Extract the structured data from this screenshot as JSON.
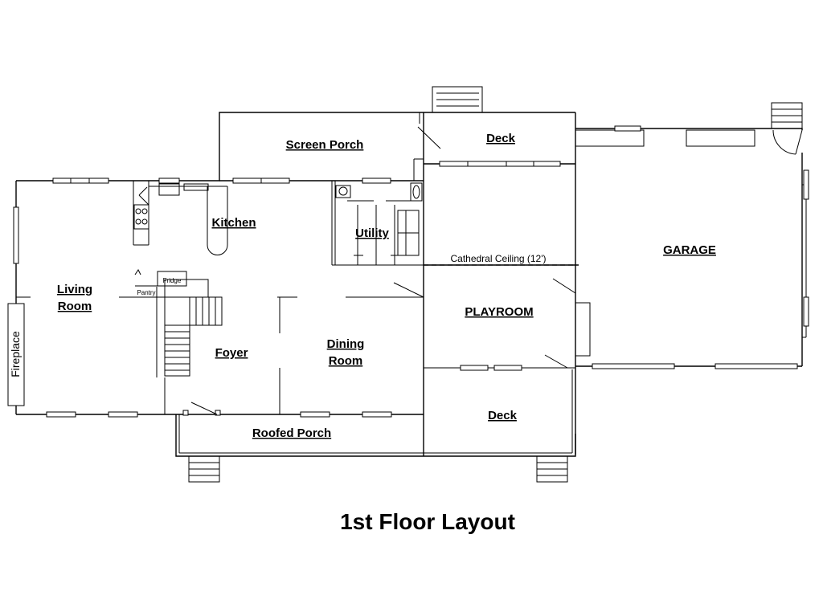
{
  "title": "1st Floor Layout",
  "rooms": {
    "screen_porch": "Screen Porch",
    "deck_top": "Deck",
    "kitchen": "Kitchen",
    "utility": "Utility",
    "garage": "GARAGE",
    "living_room_1": "Living",
    "living_room_2": "Room",
    "foyer": "Foyer",
    "dining_room_1": "Dining",
    "dining_room_2": "Room",
    "playroom": "PLAYROOM",
    "deck_bottom": "Deck",
    "roofed_porch": "Roofed Porch",
    "fireplace": "Fireplace",
    "fridge": "Fridge",
    "pantry": "Pantry"
  },
  "notes": {
    "cathedral_ceiling": "Cathedral Ceiling (12')"
  }
}
